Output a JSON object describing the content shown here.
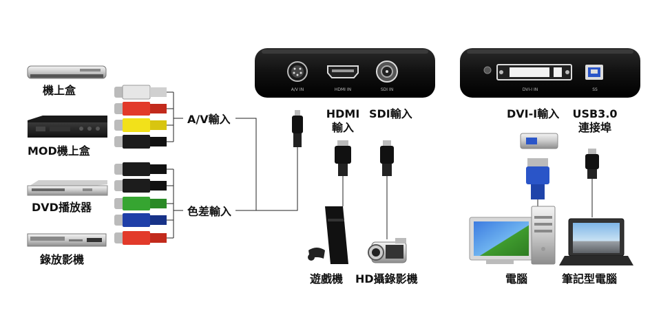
{
  "sources": {
    "settop": "機上盒",
    "mod": "MOD機上盒",
    "dvd": "DVD播放器",
    "vcr": "錄放影機"
  },
  "inputs": {
    "av": "A/V輸入",
    "component": "色差輸入",
    "hdmi_line1": "HDMI",
    "hdmi_line2": "輸入",
    "sdi": "SDI輸入",
    "dvi": "DVI-I輸入",
    "usb_line1": "USB3.0",
    "usb_line2": "連接埠"
  },
  "device_ports": {
    "av_in": "A/V IN",
    "hdmi_in": "HDMI IN",
    "sdi_in": "SDI IN",
    "dvi_in": "DVI-I IN",
    "usb_ss": "SS"
  },
  "targets": {
    "game_console": "遊戲機",
    "hd_camcorder": "HD攝錄影機",
    "computer": "電腦",
    "laptop": "筆記型電腦"
  },
  "colors": {
    "device_body": "#121212",
    "rca_white": "#e6e6e6",
    "rca_red": "#e23a2a",
    "rca_yellow": "#f2e11a",
    "rca_black": "#1c1c1c",
    "rca_green": "#36a531",
    "rca_blue": "#1e3fa8",
    "vga_blue": "#2a55c8"
  }
}
